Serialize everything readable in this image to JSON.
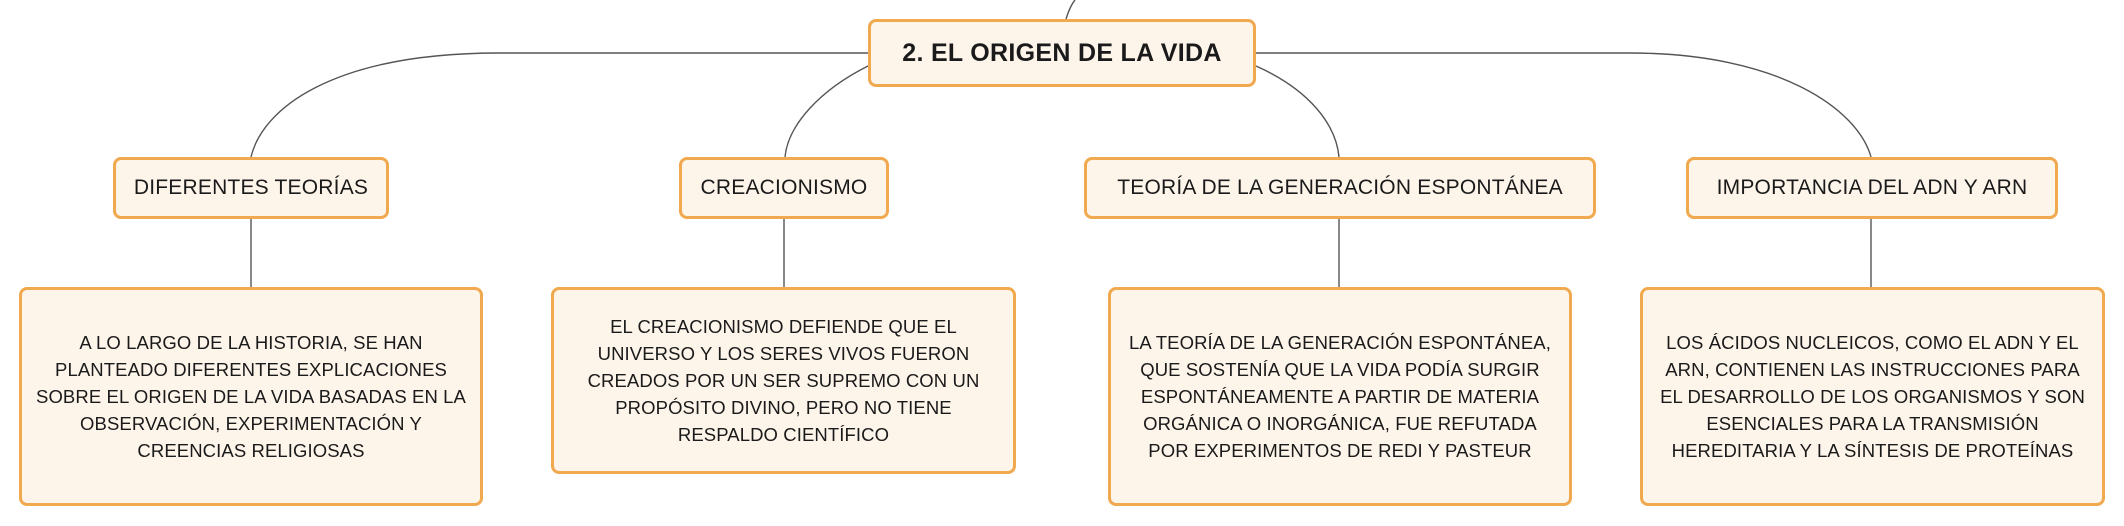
{
  "root": {
    "title": "2. EL ORIGEN DE LA VIDA"
  },
  "branches": [
    {
      "title": "DIFERENTES TEORÍAS",
      "detail": "A LO LARGO DE LA HISTORIA, SE HAN PLANTEADO DIFERENTES EXPLICACIONES SOBRE EL ORIGEN DE LA VIDA BASADAS EN LA OBSERVACIÓN, EXPERIMENTACIÓN Y CREENCIAS RELIGIOSAS"
    },
    {
      "title": "CREACIONISMO",
      "detail": "EL CREACIONISMO DEFIENDE QUE EL UNIVERSO Y LOS SERES VIVOS FUERON CREADOS POR UN SER SUPREMO CON UN PROPÓSITO DIVINO, PERO NO TIENE RESPALDO CIENTÍFICO"
    },
    {
      "title": "TEORÍA DE LA GENERACIÓN ESPONTÁNEA",
      "detail": "LA TEORÍA DE LA GENERACIÓN ESPONTÁNEA, QUE SOSTENÍA QUE LA VIDA PODÍA SURGIR ESPONTÁNEAMENTE A PARTIR DE MATERIA ORGÁNICA O INORGÁNICA, FUE REFUTADA POR EXPERIMENTOS DE REDI Y PASTEUR"
    },
    {
      "title": "IMPORTANCIA DEL ADN Y ARN",
      "detail": "LOS ÁCIDOS NUCLEICOS, COMO EL ADN Y EL ARN, CONTIENEN LAS INSTRUCCIONES PARA EL DESARROLLO DE LOS ORGANISMOS Y SON ESENCIALES PARA LA TRANSMISIÓN HEREDITARIA Y LA SÍNTESIS DE PROTEÍNAS"
    }
  ],
  "colors": {
    "node_fill": "#fdf4ea",
    "node_border": "#f0a94f",
    "connector": "#555555"
  }
}
